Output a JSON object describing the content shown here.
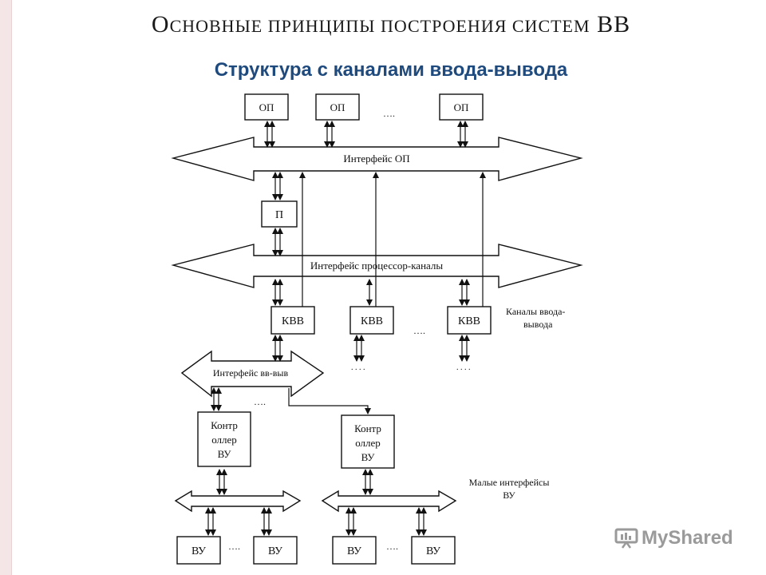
{
  "slide": {
    "title_first_letter": "О",
    "title_rest": "сновные принципы построения систем",
    "title_end": "ВВ",
    "subtitle": "Структура с каналами ввода-вывода"
  },
  "diagram": {
    "op_label": "ОП",
    "op_interface": "Интерфейс ОП",
    "processor_label": "П",
    "proc_channels_interface": "Интерфейс процессор-каналы",
    "kvv_label": "КВВ",
    "channels_note_line1": "Каналы ввода-",
    "channels_note_line2": "вывода",
    "io_interface": "Интерфейс вв-выв",
    "controller_line1": "Контр",
    "controller_line2": "оллер",
    "controller_line3": "ВУ",
    "small_interfaces_line1": "Малые интерфейсы",
    "small_interfaces_line2": "ВУ",
    "device_label": "ВУ",
    "ellipsis": "….",
    "ellipsis_dots": ". . . ."
  },
  "watermark": {
    "text": "MyShared"
  }
}
